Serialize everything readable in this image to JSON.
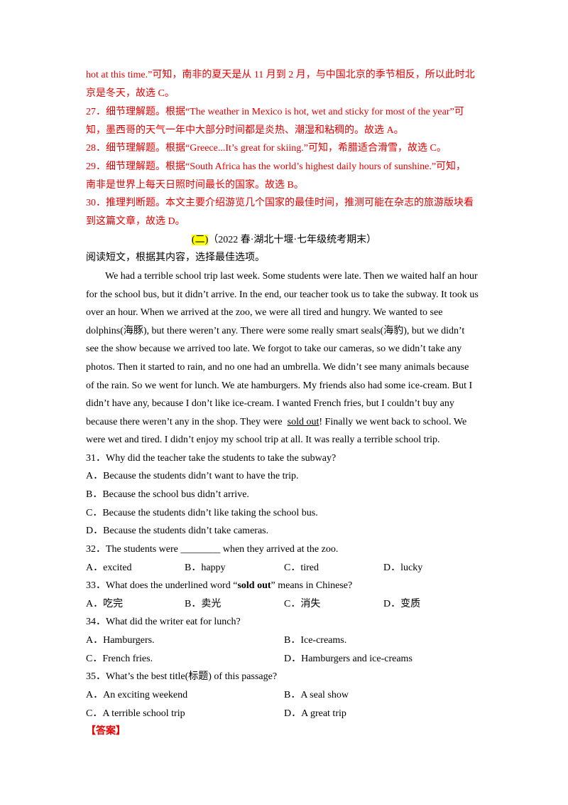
{
  "explanations": [
    "hot at this time.”可知，南非的夏天是从 11 月到 2 月，与中国北京的季节相反，所以此时北",
    "京是冬天，故选 C。",
    "27．细节理解题。根据“The weather in Mexico is hot, wet and sticky for most of the year”可",
    "知，墨西哥的天气一年中大部分时间都是炎热、潮湿和粘稠的。故选 A。",
    "28．细节理解题。根据“Greece...It’s great for skiing.”可知，希腊适合滑雪，故选 C。",
    "29．细节理解题。根据“South Africa has the world’s highest daily hours of sunshine.”可知，",
    "南非是世界上每天日照时间最长的国家。故选 B。",
    "30．推理判断题。本文主要介绍游览几个国家的最佳时间，推测可能在杂志的旅游版块看",
    "到这篇文章，故选 D。"
  ],
  "section": {
    "marker": "(二)",
    "source": "（2022 春·湖北十堰·七年级统考期末）"
  },
  "instruction": "阅读短文，根据其内容，选择最佳选项。",
  "passage": [
    "We had a terrible school trip last week. Some students were late. Then we waited half an hour",
    "for the school bus, but it didn’t arrive. In the end, our teacher took us to take the subway. It took us",
    "over an hour. When we arrived at the zoo, we were all tired and hungry. We wanted to see",
    "dolphins(海豚), but there weren’t any. There were some really smart seals(海豹), but we didn’t",
    "see the show because we arrived too late. We forgot to take our cameras, so we didn’t take any",
    "photos. Then it started to rain, and no one had an umbrella. We didn’t see many animals because",
    "of the rain. So we went for lunch. We ate hamburgers. My friends also had some ice-cream. But I",
    "didn’t have any, because I don’t like ice-cream. I wanted French fries, but I couldn’t buy any"
  ],
  "passage_line9": {
    "before": "because there weren’t any in the shop. They were  ",
    "underlined": "sold out",
    "after": "! Finally we went back to school. We"
  },
  "passage_tail": [
    "were wet and tired. I didn’t enjoy my school trip at all. It was really a terrible school trip."
  ],
  "q31": {
    "stem": "31．Why did the teacher take the students to take the subway?",
    "options": [
      "A．Because the students didn’t want to have the trip.",
      "B．Because the school bus didn’t arrive.",
      "C．Because the students didn’t like taking the school bus.",
      "D．Because the students didn’t take cameras."
    ]
  },
  "q32": {
    "stem": "32．The students were ________ when they arrived at the zoo.",
    "options": [
      "A．excited",
      "B．happy",
      "C．tired",
      "D．lucky"
    ]
  },
  "q33": {
    "stem_before": "33．What does the underlined word “",
    "stem_bold": "sold out",
    "stem_after": "” means in Chinese?",
    "options": [
      "A．吃完",
      "B．卖光",
      "C．消失",
      "D．变质"
    ]
  },
  "q34": {
    "stem": "34．What did the writer eat for lunch?",
    "options": [
      "A．Hamburgers.",
      "B．Ice-creams.",
      "C．French fries.",
      "D．Hamburgers and ice-creams"
    ]
  },
  "q35": {
    "stem": "35．What’s the best title(标题) of this passage?",
    "options": [
      "A．An exciting weekend",
      "B．A seal show",
      "C．A terrible school trip",
      "D．A great trip"
    ]
  },
  "answer_label": "【答案】"
}
